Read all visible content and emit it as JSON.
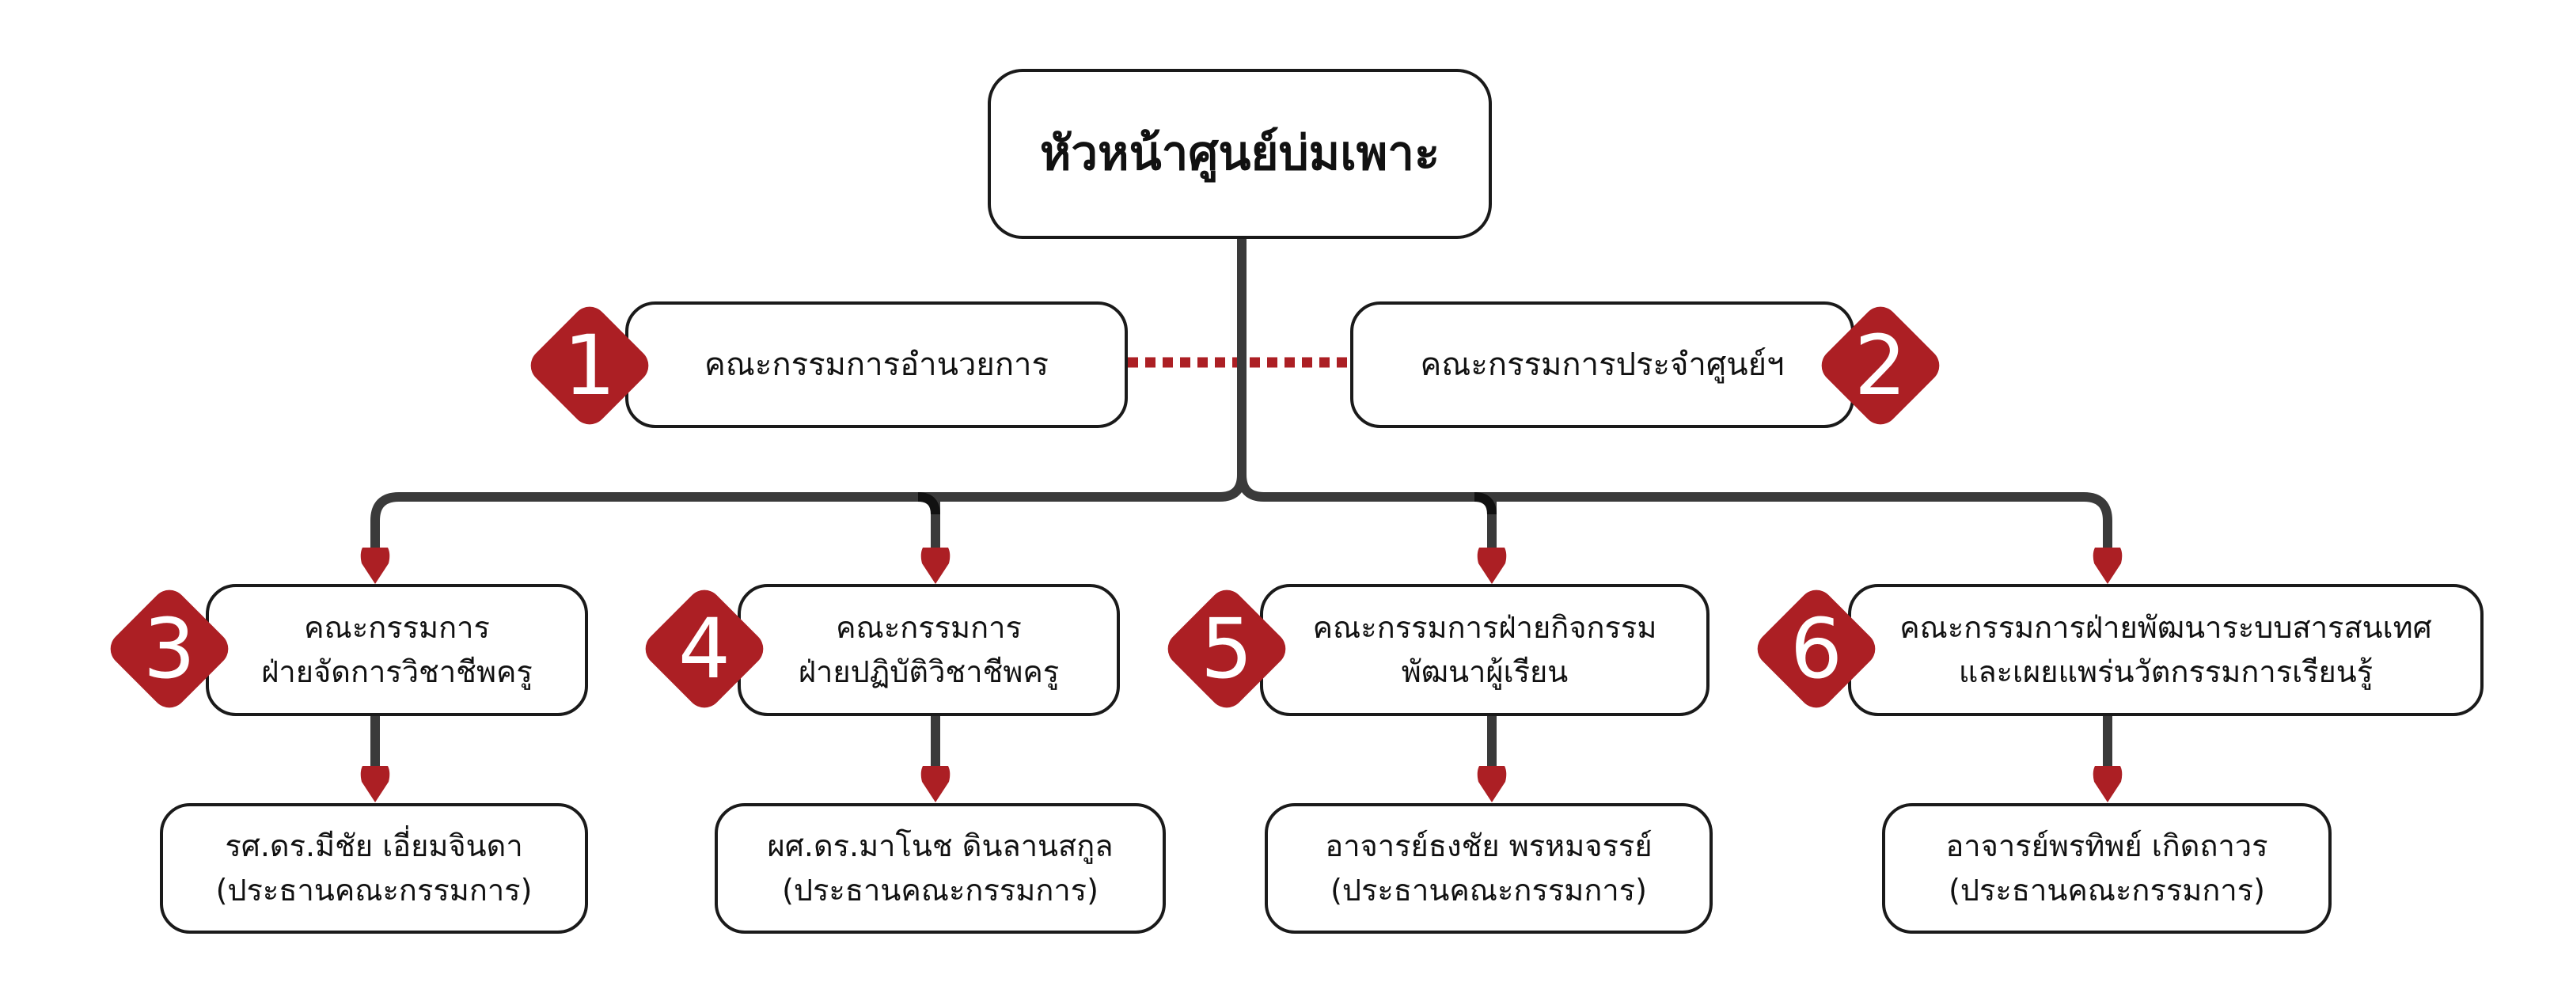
{
  "title": "หัวหน้าศูนย์บ่มเพาะ",
  "colors": {
    "accent": "#ac1f24",
    "line": "#3a3a3a"
  },
  "side_committees": [
    {
      "number": "1",
      "label": "คณะกรรมการอำนวยการ"
    },
    {
      "number": "2",
      "label": "คณะกรรมการประจำศูนย์ฯ"
    }
  ],
  "divisions": [
    {
      "number": "3",
      "line1": "คณะกรรมการ",
      "line2": "ฝ่ายจัดการวิชาชีพครู",
      "chair_name": "รศ.ดร.มีชัย เอี่ยมจินดา",
      "chair_role": "(ประธานคณะกรรมการ)"
    },
    {
      "number": "4",
      "line1": "คณะกรรมการ",
      "line2": "ฝ่ายปฏิบัติวิชาชีพครู",
      "chair_name": "ผศ.ดร.มาโนช ดินลานสกูล",
      "chair_role": "(ประธานคณะกรรมการ)"
    },
    {
      "number": "5",
      "line1": "คณะกรรมการฝ่ายกิจกรรม",
      "line2": "พัฒนาผู้เรียน",
      "chair_name": "อาจารย์ธงชัย พรหมจรรย์",
      "chair_role": "(ประธานคณะกรรมการ)"
    },
    {
      "number": "6",
      "line1": "คณะกรรมการฝ่ายพัฒนาระบบสารสนเทศ",
      "line2": "และเผยแพร่นวัตกรรมการเรียนรู้",
      "chair_name": "อาจารย์พรทิพย์ เกิดถาวร",
      "chair_role": "(ประธานคณะกรรมการ)"
    }
  ]
}
